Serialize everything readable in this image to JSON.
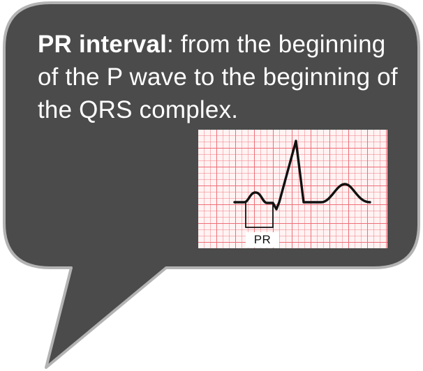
{
  "callout": {
    "term": "PR interval",
    "separator": ":",
    "definition": " from the beginning of the P wave to the beginning of the QRS complex."
  },
  "ecg": {
    "interval_label": "PR"
  },
  "colors": {
    "bubble_fill": "#4b4b4b",
    "bubble_border": "#b3b3b3",
    "text": "#ffffff",
    "grid_line": "#ee6e78",
    "trace": "#111111"
  }
}
